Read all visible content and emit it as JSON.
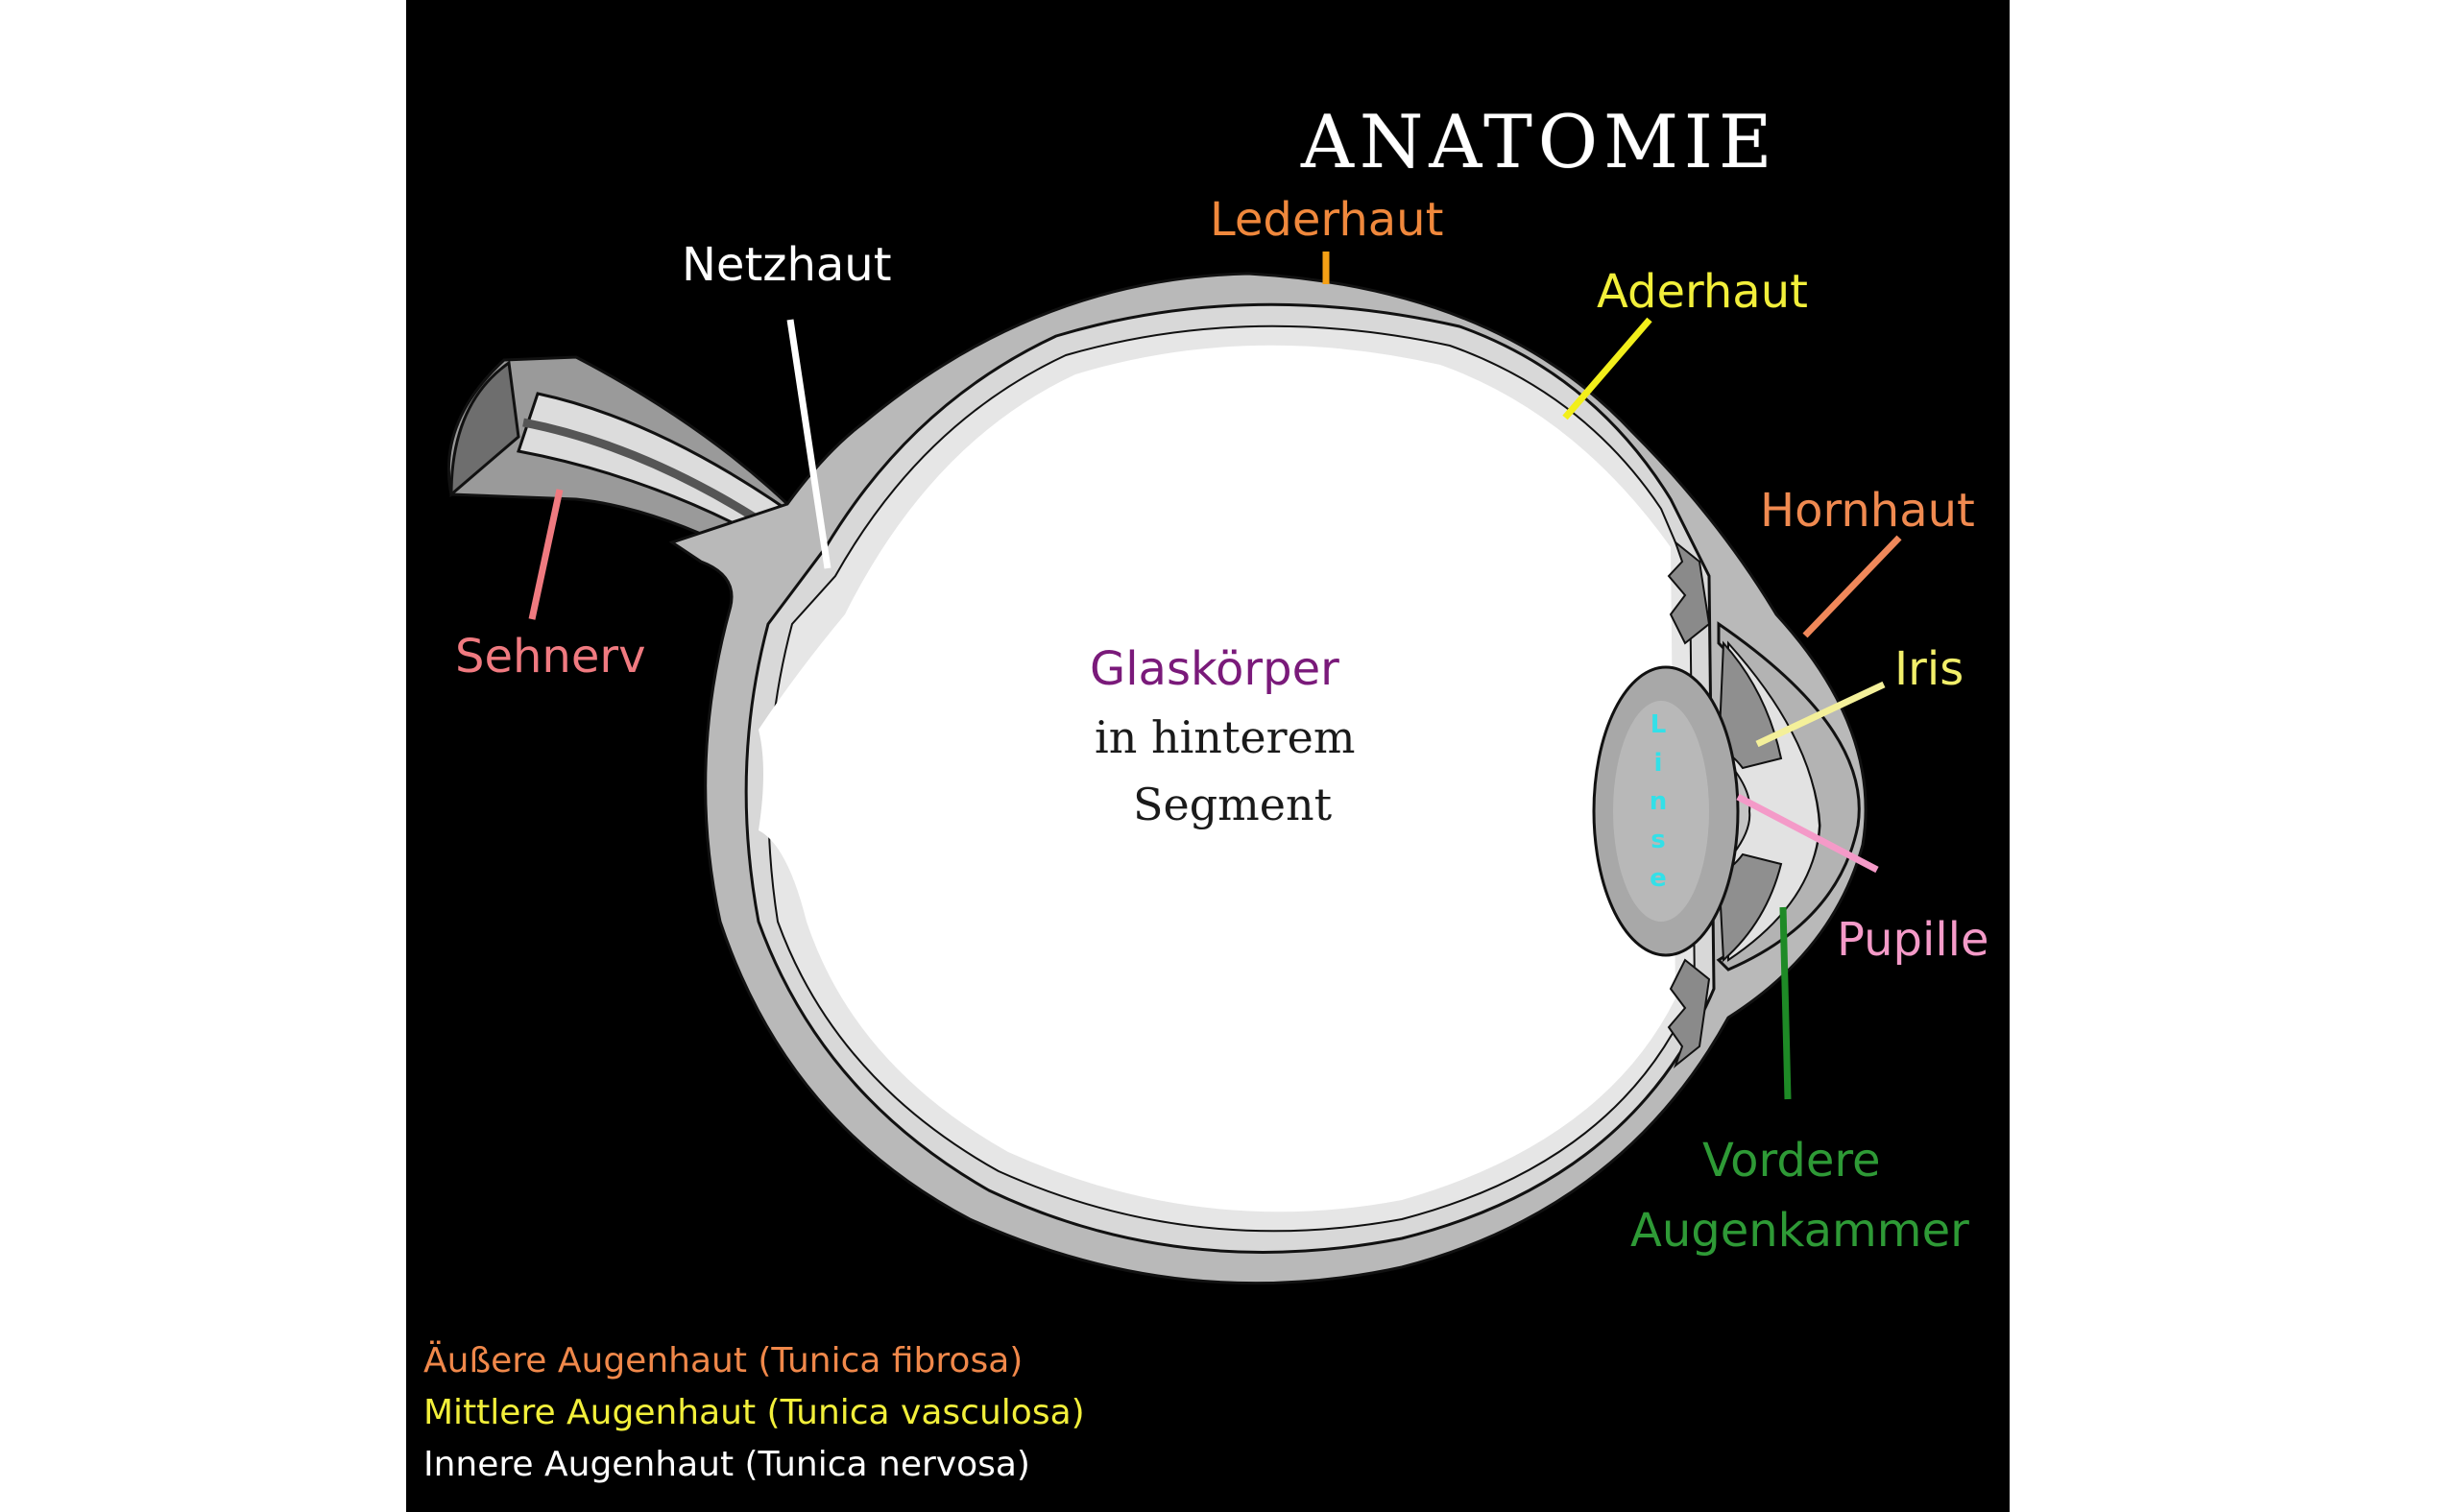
{
  "title": "ANATOMIE",
  "labels": {
    "lederhaut": {
      "text": "Lederhaut",
      "color": "#f0883c"
    },
    "netzhaut": {
      "text": "Netzhaut",
      "color": "#ffffff"
    },
    "aderhaut": {
      "text": "Aderhaut",
      "color": "#f2ef3a"
    },
    "hornhaut": {
      "text": "Hornhaut",
      "color": "#f08a50"
    },
    "iris": {
      "text": "Iris",
      "color": "#f2ef6a"
    },
    "pupille": {
      "text": "Pupille",
      "color": "#f49ac8"
    },
    "sehnerv": {
      "text": "Sehnerv",
      "color": "#f07a80"
    },
    "vordere_augenkammer": {
      "line1": "Vordere",
      "line2": "Augenkammer",
      "color": "#2e9a36"
    },
    "linse": {
      "text": "Linse",
      "color": "#33e0e8"
    },
    "glaskoerper": {
      "text": "Glaskörper",
      "line2": "in hinterem",
      "line3": "Segment",
      "color": "#7a1a7a"
    }
  },
  "legend": [
    {
      "text": "Äußere Augenhaut (Tunica fibrosa)",
      "color": "#f0884a"
    },
    {
      "text": "Mittlere Augenhaut (Tunica vasculosa)",
      "color": "#f2ef3a"
    },
    {
      "text": "Innere Augenhaut (Tunica nervosa)",
      "color": "#ffffff"
    }
  ],
  "colors": {
    "background": "#000000",
    "sclera": "#b8b8b8",
    "choroid": "#d6d6d6",
    "vitreous": "#ffffff",
    "lederhaut_pointer": "#f5a015",
    "aderhaut_pointer": "#f2ef1a",
    "netzhaut_pointer": "#ffffff",
    "hornhaut_pointer": "#f0885a",
    "iris_pointer": "#f4f09a",
    "pupille_pointer": "#f49ac8",
    "sehnerv_pointer": "#f07a80",
    "kammer_pointer": "#1e8a26"
  }
}
